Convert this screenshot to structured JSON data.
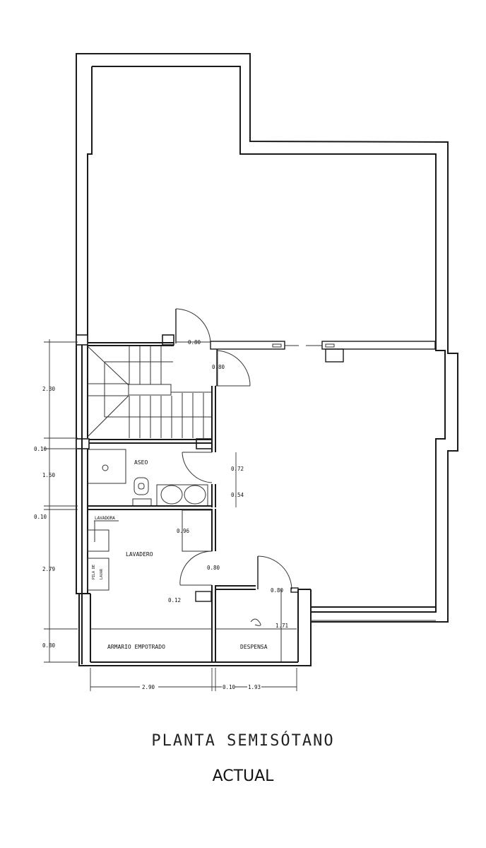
{
  "plan": {
    "title": "PLANTA SEMISÓTANO",
    "subtitle": "ACTUAL"
  },
  "rooms": {
    "aseo": "ASEO",
    "lavadero": "LAVADERO",
    "armario": "ARMARIO EMPOTRADO",
    "despensa": "DESPENSA",
    "lavadora": "LAVADORA",
    "pila_line1": "PILA DE",
    "pila_line2": "LAVAR"
  },
  "dimensions": {
    "left_stair_height": "2.30",
    "left_wall_1": "0.10",
    "left_aseo_height": "1.50",
    "left_wall_2": "0.10",
    "left_lavadero_height": "2.79",
    "left_armario_height": "0.80",
    "door_stair_top": "0.80",
    "door_stair_side": "0.80",
    "aseo_door": "0.72",
    "aseo_lower": "0.54",
    "lavadero_upper": "0.96",
    "lavadero_door": "0.80",
    "lavadero_wall": "0.12",
    "despensa_door": "0.80",
    "despensa_depth": "1.71",
    "bottom_armario_width": "2.90",
    "bottom_wall": "0.10",
    "bottom_despensa_width": "1.93"
  }
}
